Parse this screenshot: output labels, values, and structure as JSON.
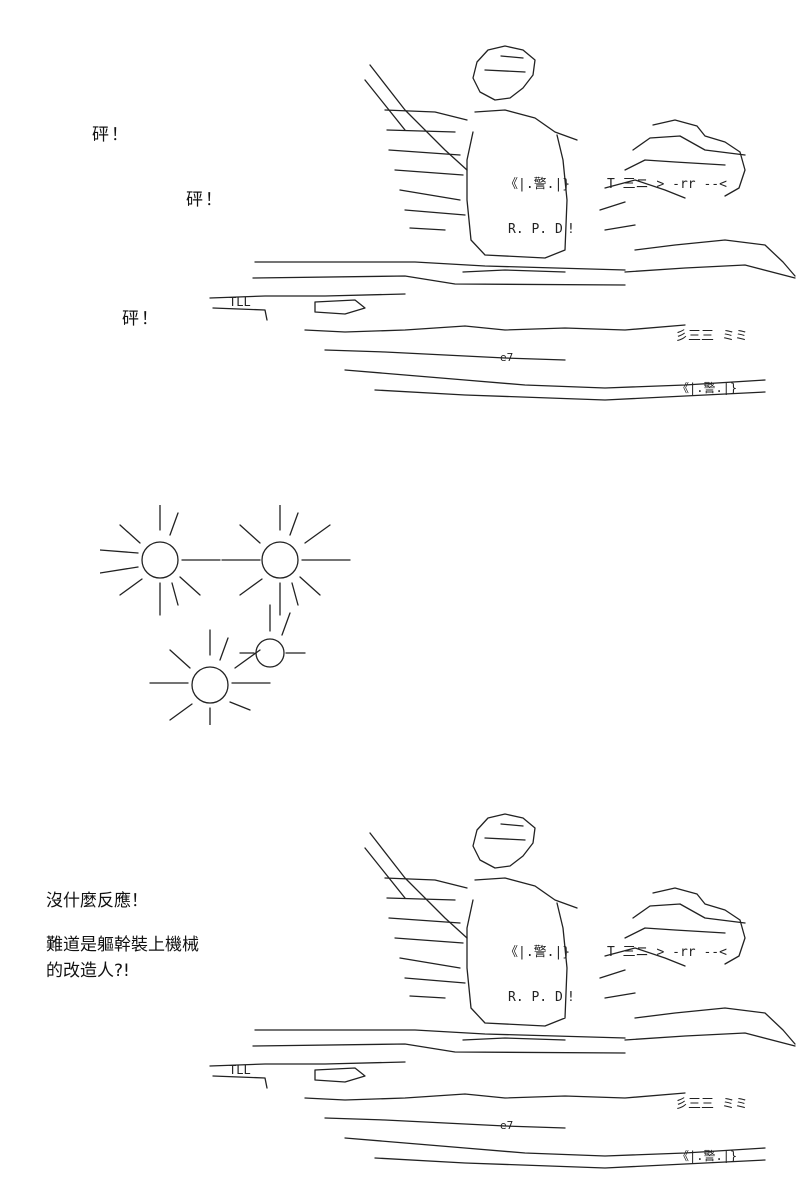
{
  "sfx": [
    "砰！",
    "砰！",
    "砰！"
  ],
  "dialogue": {
    "line1": "沒什麼反應！",
    "line2": "難道是軀幹裝上機械",
    "line3": "的改造人?!"
  },
  "figure": {
    "badge_left": "《|.警.|}",
    "badge_right": "《|.警.|}",
    "vest_text": "R. P. D",
    "exclaim": "!",
    "gun_code": "TLL",
    "mark_e7": "e7",
    "kanji_rm": "彡三三 ミミ",
    "kanji_t": "T 三ニ > -rr --<"
  }
}
